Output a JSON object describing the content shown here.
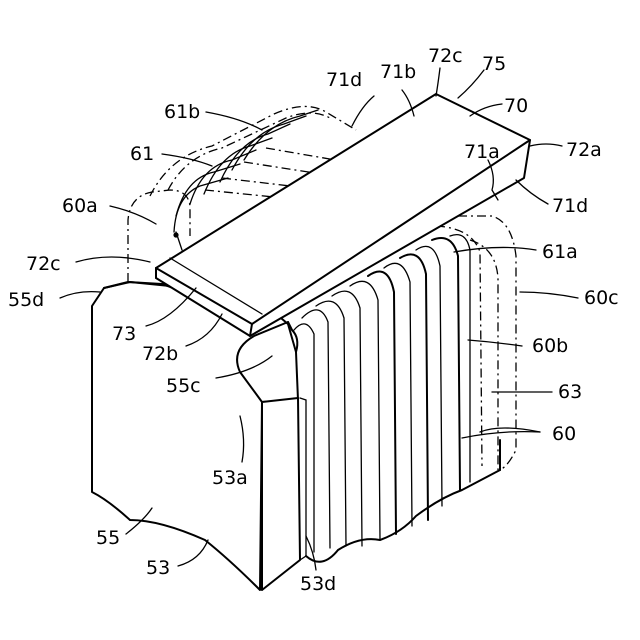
{
  "labels": {
    "l71d_top": "71d",
    "l71b": "71b",
    "l72c_top": "72c",
    "l75": "75",
    "l70": "70",
    "l61b": "61b",
    "l72a": "72a",
    "l61": "61",
    "l71a": "71a",
    "l60a": "60a",
    "l71d_right": "71d",
    "l72c_left": "72c",
    "l61a": "61a",
    "l55d": "55d",
    "l60c": "60c",
    "l73": "73",
    "l72b": "72b",
    "l60b": "60b",
    "l55c": "55c",
    "l63": "63",
    "l60": "60",
    "l53a": "53a",
    "l55": "55",
    "l53": "53",
    "l53d": "53d"
  }
}
